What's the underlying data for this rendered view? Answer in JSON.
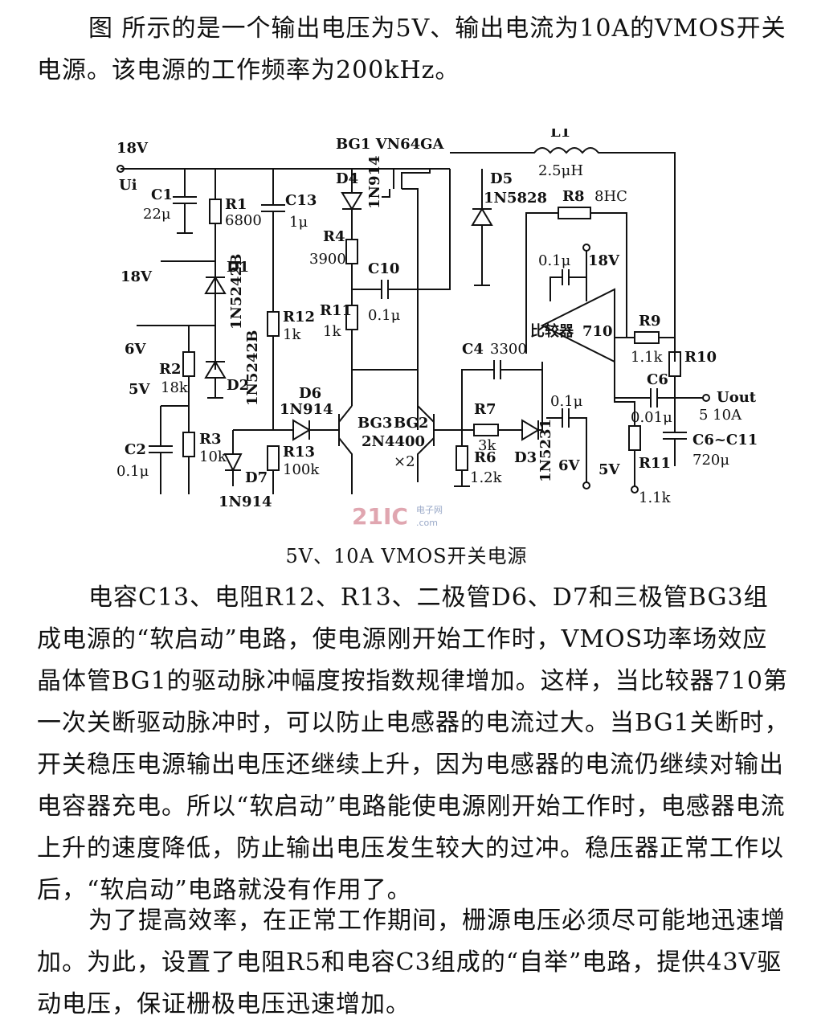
{
  "paragraphs": {
    "intro": "图    所示的是一个输出电压为5V、输出电流为10A的VMOS开关电源。该电源的工作频率为200kHz。",
    "soft_start": "电容C13、电阻R12、R13、二极管D6、D7和三极管BG3组成电源的“软启动”电路，使电源刚开始工作时，VMOS功率场效应晶体管BG1的驱动脉冲幅度按指数规律增加。这样，当比较器710第一次关断驱动脉冲时，可以防止电感器的电流过大。当BG1关断时，开关稳压电源输出电压还继续上升，因为电感器的电流仍继续对输出电容器充电。所以“软启动”电路能使电源刚开始工作时，电感器电流上升的速度降低，防止输出电压发生较大的过冲。稳压器正常工作以后，“软启动”电路就没有作用了。",
    "bootstrap": "为了提高效率，在正常工作期间，栅源电压必须尽可能地迅速增加。为此，设置了电阻R5和电容C3组成的“自举”电路，提供43V驱动电压，保证栅极电压迅速增加。"
  },
  "caption": "5V、10A VMOS开关电源",
  "watermark": {
    "brand": "21IC",
    "cn": "电子网",
    "domain": ".com"
  },
  "schematic": {
    "in_voltage": "18V",
    "in_node": "Ui",
    "c1": "C1",
    "c1_val": "22μ",
    "r1": "R1",
    "r1_val": "6800",
    "c13": "C13",
    "c13_val": "1μ",
    "d1": "D1",
    "d1_part": "1N5242B",
    "v18_tap": "18V",
    "v6_tap": "6V",
    "v5_tap": "5V",
    "r2": "R2",
    "r2_val": "18k",
    "d2": "D2",
    "d2_part": "1N5242B",
    "c2": "C2",
    "c2_val": "0.1μ",
    "r3": "R3",
    "r3_val": "10k",
    "d7": "D7",
    "d7_part": "1N914",
    "r12": "R12",
    "r12_val": "1k",
    "d6": "D6",
    "d6_part": "1N914",
    "r13": "R13",
    "r13_val": "100k",
    "bg1": "BG1 VN64GA",
    "d4": "D4",
    "d4_part": "1N914",
    "r4": "R4",
    "r4_val": "3900",
    "c10": "C10",
    "c10_val": "0.1μ",
    "r11a": "R11",
    "r11a_val": "1k",
    "bg3": "BG3",
    "bg2": "BG2",
    "bg_part": "2N4400",
    "bg_qty": "×2",
    "d5": "D5",
    "d5_part": "1N5828",
    "l1": "L1",
    "l1_val": "2.5μH",
    "r8": "R8",
    "r8_val": "8HC",
    "cmp_cap": "0.1μ",
    "cmp_supply": "18V",
    "comparator": "比较器",
    "cmp_part": "710",
    "c4": "C4",
    "c4_val": "3300",
    "r7": "R7",
    "r7_val": "3k",
    "r6": "R6",
    "r6_val": "1.2k",
    "d3": "D3",
    "d3_part": "1N5231",
    "c_b": "0.1μ",
    "v6_bottom": "6V",
    "v5_bottom": "5V",
    "r9": "R9",
    "r9_val": "1.1k",
    "r10": "R10",
    "c6": "C6",
    "c6_val": "0.01μ",
    "r11b": "R11",
    "r11b_val": "1.1k",
    "out_node": "Uout",
    "out_rating": "5 10A",
    "cout": "C6~C11",
    "cout_val": "720μ"
  }
}
